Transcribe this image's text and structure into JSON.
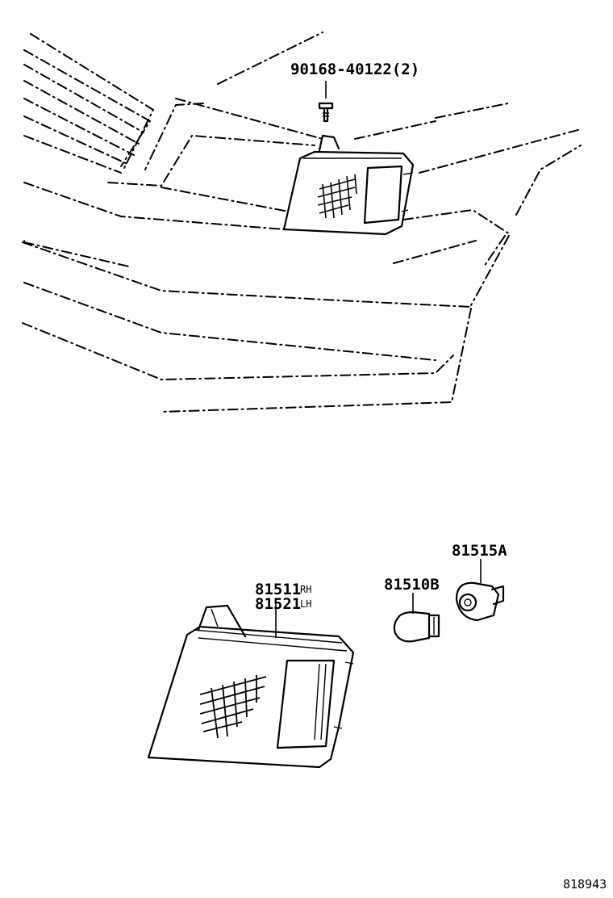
{
  "parts": {
    "bolt": "90168-40122(2)",
    "lamp_rh_number": "81511",
    "lamp_rh_side": "RH",
    "lamp_lh_number": "81521",
    "lamp_lh_side": "LH",
    "bulb": "81510B",
    "socket": "81515A"
  },
  "illustration_number": "818943"
}
